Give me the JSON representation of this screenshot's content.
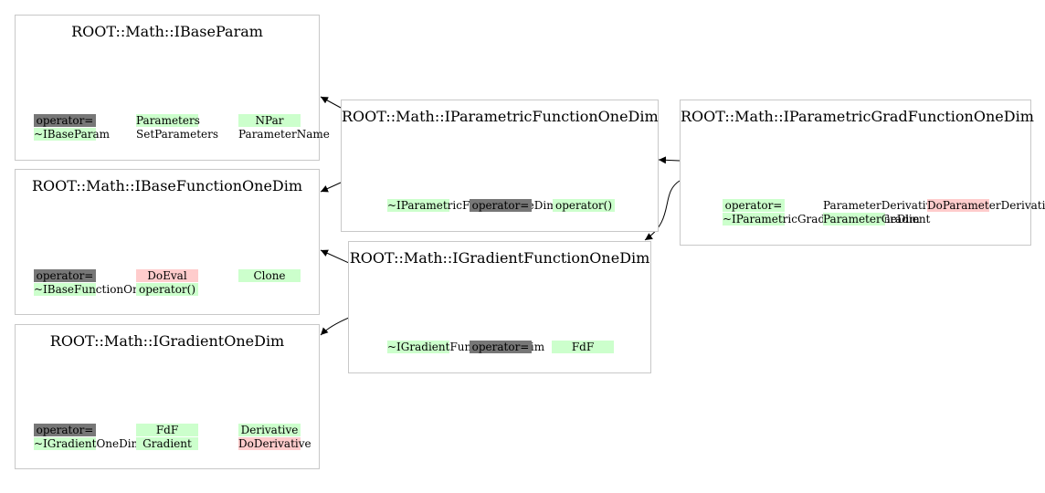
{
  "nodes": {
    "ibaseparam": {
      "title": "ROOT::Math::IBaseParam",
      "members": [
        "operator=",
        "Parameters",
        "NPar",
        "~IBaseParam",
        "SetParameters",
        "ParameterName"
      ]
    },
    "ibasefunctiononedim": {
      "title": "ROOT::Math::IBaseFunctionOneDim",
      "members": [
        "operator=",
        "DoEval",
        "Clone",
        "~IBaseFunctionOneDim",
        "operator()"
      ]
    },
    "igradientonedim": {
      "title": "ROOT::Math::IGradientOneDim",
      "members": [
        "operator=",
        "FdF",
        "Derivative",
        "~IGradientOneDim",
        "Gradient",
        "DoDerivative"
      ]
    },
    "iparametricfunctiononedim": {
      "title": "ROOT::Math::IParametricFunctionOneDim",
      "members": [
        "~IParametricFunctionOneDim",
        "operator=",
        "operator()"
      ]
    },
    "igradientfunctiononedim": {
      "title": "ROOT::Math::IGradientFunctionOneDim",
      "members": [
        "~IGradientFunctionOneDim",
        "operator=",
        "FdF"
      ]
    },
    "iparametricgradfunctiononedim": {
      "title": "ROOT::Math::IParametricGradFunctionOneDim",
      "members": [
        "operator=",
        "ParameterDerivative",
        "DoParameterDerivative",
        "~IParametricGradFunctionOneDim",
        "ParameterGradient"
      ]
    }
  },
  "colors": {
    "public": "#ccffcc",
    "protected": "#ffcccc",
    "default": "#777777",
    "border": "#c8c8c8",
    "edge": "#000000"
  }
}
